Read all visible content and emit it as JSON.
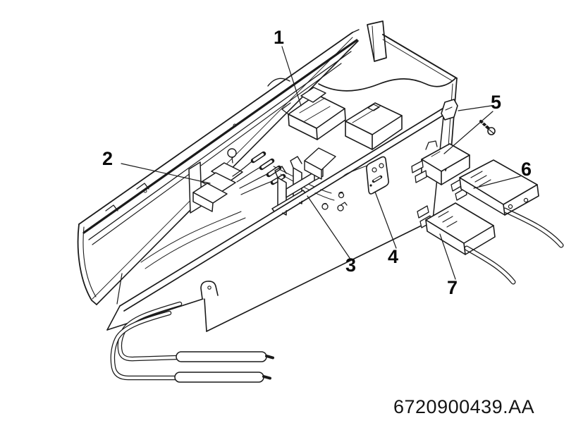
{
  "diagram": {
    "background_color": "#ffffff",
    "line_color": "#1a1a1a",
    "part_number": "6720900439.AA",
    "callouts": [
      {
        "label": "1"
      },
      {
        "label": "2"
      },
      {
        "label": "3"
      },
      {
        "label": "4"
      },
      {
        "label": "5"
      },
      {
        "label": "6"
      },
      {
        "label": "7"
      }
    ]
  }
}
